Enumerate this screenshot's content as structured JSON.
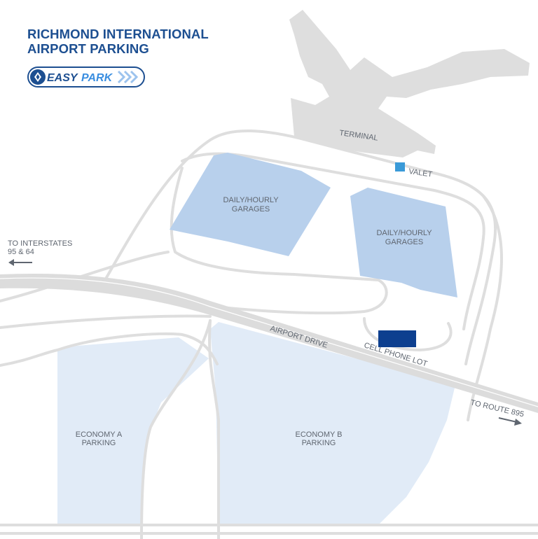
{
  "title": {
    "line1": "RICHMOND INTERNATIONAL",
    "line2": "AIRPORT PARKING"
  },
  "logo": {
    "text_easy": "EASY",
    "text_park": "PARK",
    "icon": "easypark-logo"
  },
  "labels": {
    "terminal": "TERMINAL",
    "valet": "VALET",
    "garages_left_1": "DAILY/HOURLY",
    "garages_left_2": "GARAGES",
    "garages_right_1": "DAILY/HOURLY",
    "garages_right_2": "GARAGES",
    "interstates_1": "TO INTERSTATES",
    "interstates_2": "95 & 64",
    "airport_drive": "AIRPORT DRIVE",
    "cell_phone_lot": "CELL PHONE LOT",
    "route_895": "TO ROUTE 895",
    "economy_a_1": "ECONOMY A",
    "economy_a_2": "PARKING",
    "economy_b_1": "ECONOMY B",
    "economy_b_2": "PARKING"
  },
  "colors": {
    "title": "#1d4f91",
    "garage_fill": "#b8d0ec",
    "economy_fill": "#e1ebf7",
    "terminal_fill": "#dedede",
    "valet": "#3a9ad8",
    "cell_phone_lot": "#0d3f8f",
    "road": "#dedede"
  }
}
